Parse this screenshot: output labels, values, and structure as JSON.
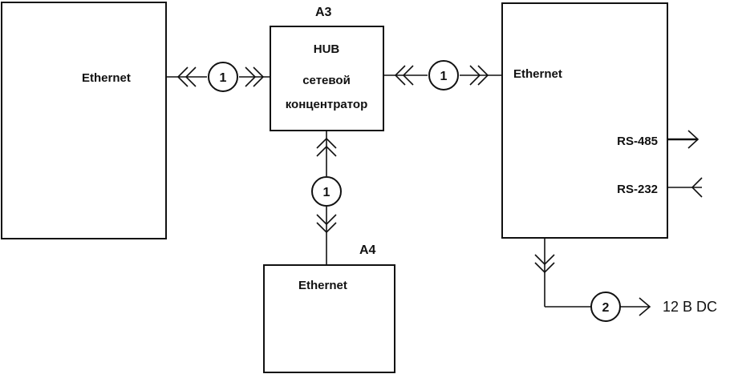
{
  "blocks": {
    "left": {
      "label": "Ethernet"
    },
    "hub": {
      "tag": "A3",
      "line1": "HUB",
      "line2": "сетевой",
      "line3": "концентратор"
    },
    "bottom": {
      "tag": "A4",
      "label": "Ethernet"
    },
    "right": {
      "label": "Ethernet",
      "port1": "RS-485",
      "port2": "RS-232"
    }
  },
  "links": {
    "left_hub": "1",
    "hub_right": "1",
    "hub_bottom": "1",
    "power": "2"
  },
  "power_label": "12 В DC",
  "colors": {
    "line": "#111111",
    "background": "#ffffff"
  }
}
